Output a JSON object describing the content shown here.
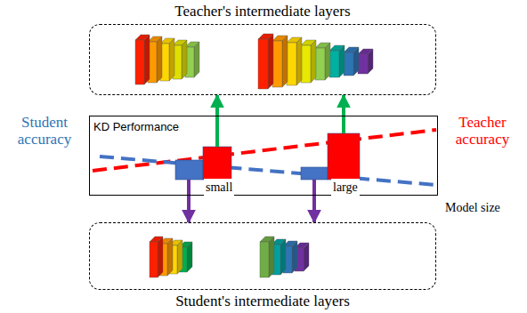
{
  "diagram": {
    "nodes": [
      {
        "text": [
          "Teacher's intermediate layers"
        ]
      },
      {
        "text": [
          "KD Performance"
        ]
      },
      {
        "text": [
          "Student's intermediate layers"
        ]
      }
    ],
    "edges": [
      {
        "from": 1,
        "to": 0,
        "arrow": "to"
      },
      {
        "from": 1,
        "to": 0,
        "arrow": "to"
      },
      {
        "from": 1,
        "to": 2,
        "arrow": "to"
      },
      {
        "from": 1,
        "to": 2,
        "arrow": "to"
      }
    ],
    "labels": [
      "Student accuracy",
      "Teacher accuracy",
      "small",
      "large",
      "Model size"
    ]
  }
}
